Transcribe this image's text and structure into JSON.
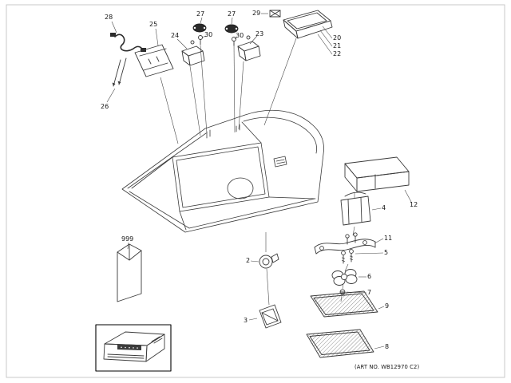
{
  "colors": {
    "background": "#ffffff",
    "line": "#3a3a3a",
    "dark_fill": "#2b2b2b",
    "page_border": "#c9c9c9",
    "inset_border": "#000000"
  },
  "footer": {
    "art_no": "(ART NO. WB12970 C2)"
  },
  "labels": {
    "n28": "28",
    "n25": "25",
    "n24": "24",
    "n27a": "27",
    "n30a": "30",
    "n27b": "27",
    "n30b": "30",
    "n23": "23",
    "n29": "29",
    "n20": "20",
    "n21": "21",
    "n22": "22",
    "n26": "26",
    "n999": "999",
    "n2": "2",
    "n3": "3",
    "n4": "4",
    "n12": "12",
    "n11": "11",
    "n5": "5",
    "n6": "6",
    "n7": "7",
    "n9": "9",
    "n8": "8"
  }
}
